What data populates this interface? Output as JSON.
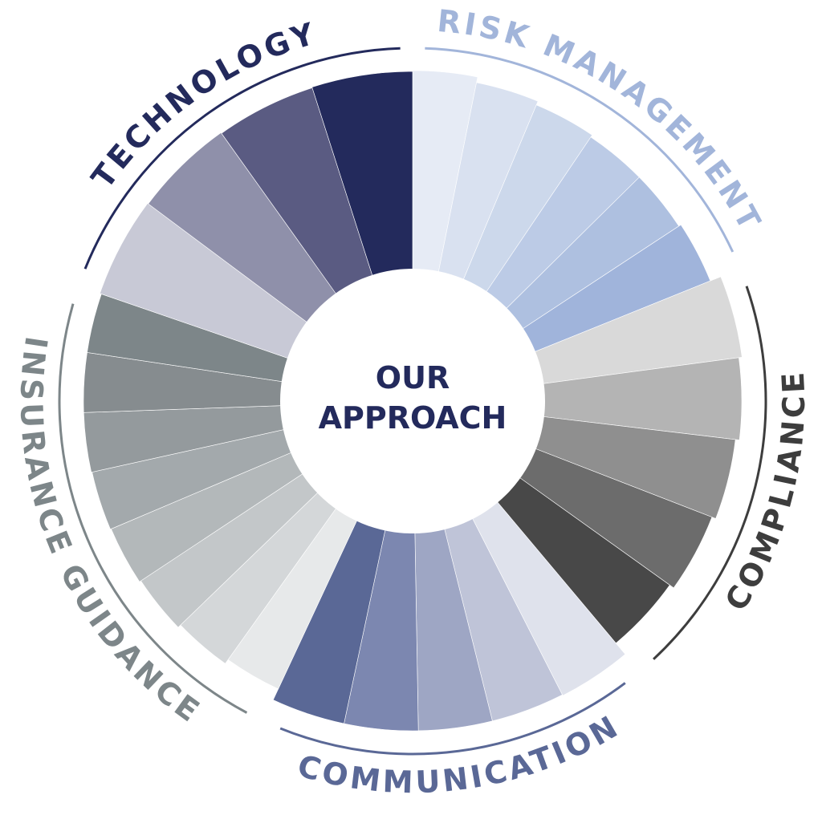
{
  "center": {
    "line1": "OUR",
    "line2": "APPROACH",
    "color": "#232a5c"
  },
  "segments": [
    {
      "label": "RISK MANAGEMENT",
      "label_color": "#a2b5da",
      "ring_color": "#a2b5da",
      "wedge_colors": [
        "#e6ebf5",
        "#d9e1f0",
        "#ccd8eb",
        "#bccbe6",
        "#aec0e0",
        "#a0b4db"
      ]
    },
    {
      "label": "COMPLIANCE",
      "label_color": "#3d3d3d",
      "ring_color": "#3d3d3d",
      "wedge_colors": [
        "#d9d9d9",
        "#b4b4b4",
        "#8f8f8f",
        "#6c6c6c",
        "#484848"
      ]
    },
    {
      "label": "COMMUNICATION",
      "label_color": "#5a6896",
      "ring_color": "#5a6896",
      "wedge_colors": [
        "#dfe2ec",
        "#bfc4d8",
        "#9ea6c4",
        "#7c87b0",
        "#5a6896"
      ]
    },
    {
      "label": "INSURANCE GUIDANCE",
      "label_color": "#7d8689",
      "ring_color": "#7d8689",
      "wedge_colors": [
        "#e7e9ea",
        "#d4d7d9",
        "#c3c7c9",
        "#b3b8ba",
        "#a3a9ac",
        "#949a9d",
        "#868c8f",
        "#7d8689"
      ]
    },
    {
      "label": "TECHNOLOGY",
      "label_color": "#232a5c",
      "ring_color": "#232a5c",
      "wedge_colors": [
        "#c8c9d6",
        "#8f90aa",
        "#5a5b82",
        "#232a5c"
      ]
    }
  ]
}
